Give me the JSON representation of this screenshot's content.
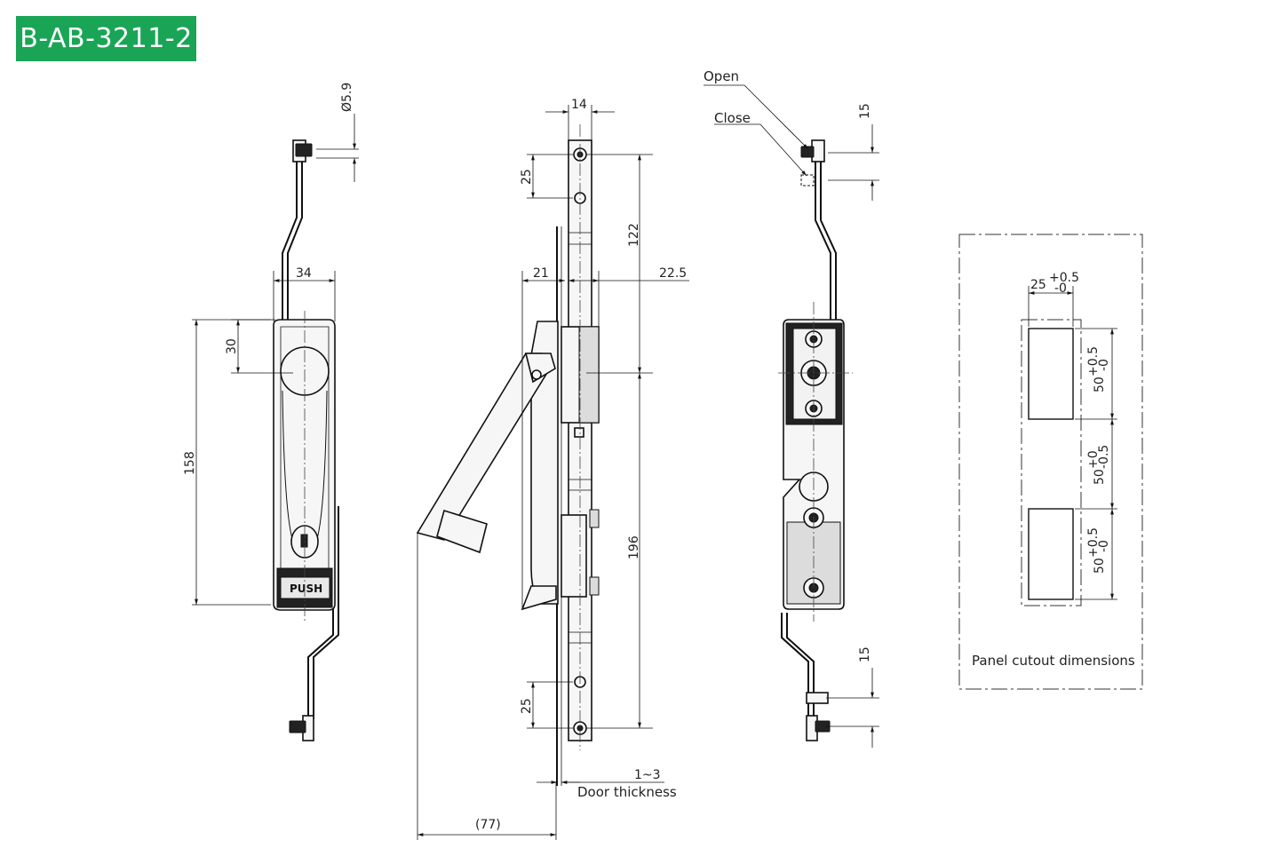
{
  "model_code": "B-AB-3211-2",
  "colors": {
    "badge": "#1aa556",
    "line": "#111111"
  },
  "front_view": {
    "dia_hole": "Ø5.9",
    "width": "34",
    "dim_30": "30",
    "dim_158": "158",
    "push_label": "PUSH"
  },
  "side_view": {
    "dim_14": "14",
    "dim_25_top": "25",
    "dim_122": "122",
    "dim_21": "21",
    "dim_22_5": "22.5",
    "dim_196": "196",
    "dim_25_bottom": "25",
    "door_thickness_value": "1~3",
    "door_thickness_label": "Door thickness",
    "dim_77": "(77)"
  },
  "rear_view": {
    "open_label": "Open",
    "close_label": "Close",
    "dim_15_top": "15",
    "dim_15_bottom": "15"
  },
  "cutout": {
    "title": "Panel cutout dimensions",
    "width_base": "25",
    "width_tol_plus": "+0.5",
    "width_tol_minus": "-0",
    "h1_base": "50",
    "h1_tol_plus": "+0.5",
    "h1_tol_minus": "-0",
    "gap_base": "50",
    "gap_tol_plus": "+0",
    "gap_tol_minus": "-0.5",
    "h2_base": "50",
    "h2_tol_plus": "+0.5",
    "h2_tol_minus": "-0"
  }
}
